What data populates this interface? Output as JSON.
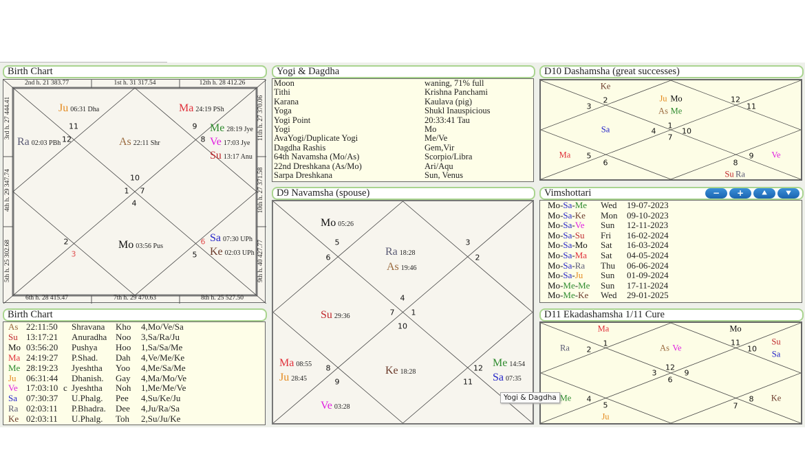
{
  "planet_colors": {
    "As": "#9a6a3e",
    "Su": "#c0282d",
    "Mo": "#111111",
    "Ma": "#e0303a",
    "Me": "#2e8b2e",
    "Ju": "#e48a1e",
    "Ve": "#e020e0",
    "Sa": "#2424c8",
    "Ra": "#5a5a74",
    "Ke": "#6b3a2a"
  },
  "birth_chart": {
    "title": "Birth Chart",
    "strips": {
      "top": [
        "2nd h.  21  383.77",
        "1st h.  31  317.54",
        "12th h.  28  412.26"
      ],
      "bottom": [
        "6th h.  28  415.47",
        "7th h.  29  470.63",
        "8th h.  25  527.50"
      ],
      "left": [
        "3rd h.  27  444.41",
        "4th h.  29  347.74",
        "5th h.  25  302.68"
      ],
      "right": [
        "11th h.  27  370.06",
        "10th h.  27  371.58",
        "9th h.  40  427.77"
      ]
    },
    "planets": [
      {
        "abbr": "Ju",
        "detail": "06:31 Dha"
      },
      {
        "abbr": "Ma",
        "detail": "24:19 PSh"
      },
      {
        "abbr": "Ra",
        "detail": "02:03 PBh"
      },
      {
        "abbr": "As",
        "detail": "22:11 Shr"
      },
      {
        "abbr": "Me",
        "detail": "28:19 Jye"
      },
      {
        "abbr": "Ve",
        "detail": "17:03 Jye"
      },
      {
        "abbr": "Su",
        "detail": "13:17 Anu"
      },
      {
        "abbr": "Mo",
        "detail": "03:56 Pus"
      },
      {
        "abbr": "Sa",
        "detail": "07:30 UPh"
      },
      {
        "abbr": "Ke",
        "detail": "02:03 UPh"
      }
    ],
    "houses": [
      "11",
      "9",
      "12",
      "8",
      "10",
      "1",
      "7",
      "4",
      "2",
      "3",
      "6",
      "5"
    ]
  },
  "birth_table": {
    "title": "Birth Chart",
    "rows": [
      {
        "p": "As",
        "deg": "22:11:50",
        "c": "",
        "nak": "Shravana",
        "pada": "Kho",
        "lords": "4,Mo/Ve/Sa"
      },
      {
        "p": "Su",
        "deg": "13:17:21",
        "c": "",
        "nak": "Anuradha",
        "pada": "Noo",
        "lords": "3,Sa/Ra/Ju"
      },
      {
        "p": "Mo",
        "deg": "03:56:20",
        "c": "",
        "nak": "Pushya",
        "pada": "Hoo",
        "lords": "1,Sa/Sa/Me"
      },
      {
        "p": "Ma",
        "deg": "24:19:27",
        "c": "",
        "nak": "P.Shad.",
        "pada": "Dah",
        "lords": "4,Ve/Me/Ke"
      },
      {
        "p": "Me",
        "deg": "28:19:23",
        "c": "",
        "nak": "Jyeshtha",
        "pada": "Yoo",
        "lords": "4,Me/Sa/Me"
      },
      {
        "p": "Ju",
        "deg": "06:31:44",
        "c": "",
        "nak": "Dhanish.",
        "pada": "Gay",
        "lords": "4,Ma/Mo/Ve"
      },
      {
        "p": "Ve",
        "deg": "17:03:10",
        "c": "c",
        "nak": "Jyeshtha",
        "pada": "Noh",
        "lords": "1,Me/Me/Ve"
      },
      {
        "p": "Sa",
        "deg": "07:30:37",
        "c": "",
        "nak": "U.Phalg.",
        "pada": "Pee",
        "lords": "4,Su/Ke/Ju"
      },
      {
        "p": "Ra",
        "deg": "02:03:11",
        "c": "",
        "nak": "P.Bhadra.",
        "pada": "Dee",
        "lords": "4,Ju/Ra/Sa"
      },
      {
        "p": "Ke",
        "deg": "02:03:11",
        "c": "",
        "nak": "U.Phalg.",
        "pada": "Toh",
        "lords": "2,Su/Ju/Ke"
      }
    ]
  },
  "yogi": {
    "title": "Yogi & Dagdha",
    "rows": [
      {
        "label": "Moon",
        "value": "waning, 71% full"
      },
      {
        "label": "Tithi",
        "value": "Krishna Panchami"
      },
      {
        "label": "Karana",
        "value": "Kaulava (pig)"
      },
      {
        "label": "Yoga",
        "value": "Shukl Inauspicious"
      },
      {
        "label": "Yogi Point",
        "value": "20:33:41 Tau"
      },
      {
        "label": "Yogi",
        "value": "Mo"
      },
      {
        "label": "AvaYogi/Duplicate Yogi",
        "value": "Me/Ve"
      },
      {
        "label": "Dagdha Rashis",
        "value": "Gem,Vir"
      },
      {
        "label": "64th Navamsha (Mo/As)",
        "value": "Scorpio/Libra"
      },
      {
        "label": "22nd Dreshkana (As/Mo)",
        "value": "Ari/Aqu"
      },
      {
        "label": "Sarpa Dreshkana",
        "value": "Sun, Venus"
      }
    ]
  },
  "d9": {
    "title": "D9 Navamsha  (spouse)",
    "planets": [
      {
        "abbr": "Mo",
        "detail": "05:26"
      },
      {
        "abbr": "Ra",
        "detail": "18:28"
      },
      {
        "abbr": "As",
        "detail": "19:46"
      },
      {
        "abbr": "Su",
        "detail": "29:36"
      },
      {
        "abbr": "Ma",
        "detail": "08:55"
      },
      {
        "abbr": "Ju",
        "detail": "28:45"
      },
      {
        "abbr": "Ke",
        "detail": "18:28"
      },
      {
        "abbr": "Me",
        "detail": "14:54"
      },
      {
        "abbr": "Sa",
        "detail": "07:35"
      },
      {
        "abbr": "Ve",
        "detail": "03:28"
      }
    ],
    "houses": [
      "5",
      "6",
      "3",
      "2",
      "4",
      "7",
      "1",
      "10",
      "8",
      "9",
      "12",
      "11"
    ],
    "tooltip": "Yogi & Dagdha"
  },
  "d10": {
    "title": "D10 Dashamsha  (great successes)",
    "planets": [
      "Ke",
      "Ju",
      "Mo",
      "As",
      "Me",
      "Sa",
      "Ma",
      "Ve",
      "Su",
      "Ra"
    ],
    "houses": [
      "2",
      "3",
      "12",
      "11",
      "4",
      "1",
      "10",
      "7",
      "5",
      "6",
      "9",
      "8"
    ]
  },
  "vimshottari": {
    "title": "Vimshottari",
    "buttons": [
      "minus-icon",
      "plus-icon",
      "arrow-up-icon",
      "arrow-down-icon"
    ],
    "rows": [
      {
        "lords": [
          "Mo",
          "Sa",
          "Me"
        ],
        "day": "Wed",
        "date": "19-07-2023"
      },
      {
        "lords": [
          "Mo",
          "Sa",
          "Ke"
        ],
        "day": "Mon",
        "date": "09-10-2023"
      },
      {
        "lords": [
          "Mo",
          "Sa",
          "Ve"
        ],
        "day": "Sun",
        "date": "12-11-2023"
      },
      {
        "lords": [
          "Mo",
          "Sa",
          "Su"
        ],
        "day": "Fri",
        "date": "16-02-2024"
      },
      {
        "lords": [
          "Mo",
          "Sa",
          "Mo"
        ],
        "day": "Sat",
        "date": "16-03-2024"
      },
      {
        "lords": [
          "Mo",
          "Sa",
          "Ma"
        ],
        "day": "Sat",
        "date": "04-05-2024"
      },
      {
        "lords": [
          "Mo",
          "Sa",
          "Ra"
        ],
        "day": "Thu",
        "date": "06-06-2024"
      },
      {
        "lords": [
          "Mo",
          "Sa",
          "Ju"
        ],
        "day": "Sun",
        "date": "01-09-2024"
      },
      {
        "lords": [
          "Mo",
          "Me",
          "Me"
        ],
        "day": "Sun",
        "date": "17-11-2024"
      },
      {
        "lords": [
          "Mo",
          "Me",
          "Ke"
        ],
        "day": "Wed",
        "date": "29-01-2025"
      }
    ]
  },
  "d11": {
    "title": "D11 Ekadashamsha 1/11  Cure",
    "planets": [
      "Ma",
      "Mo",
      "Ra",
      "As",
      "Ve",
      "Su",
      "Sa",
      "Me",
      "Ju",
      "Ke"
    ],
    "houses": [
      "1",
      "2",
      "11",
      "10",
      "12",
      "3",
      "9",
      "6",
      "4",
      "5",
      "7",
      "8"
    ]
  }
}
